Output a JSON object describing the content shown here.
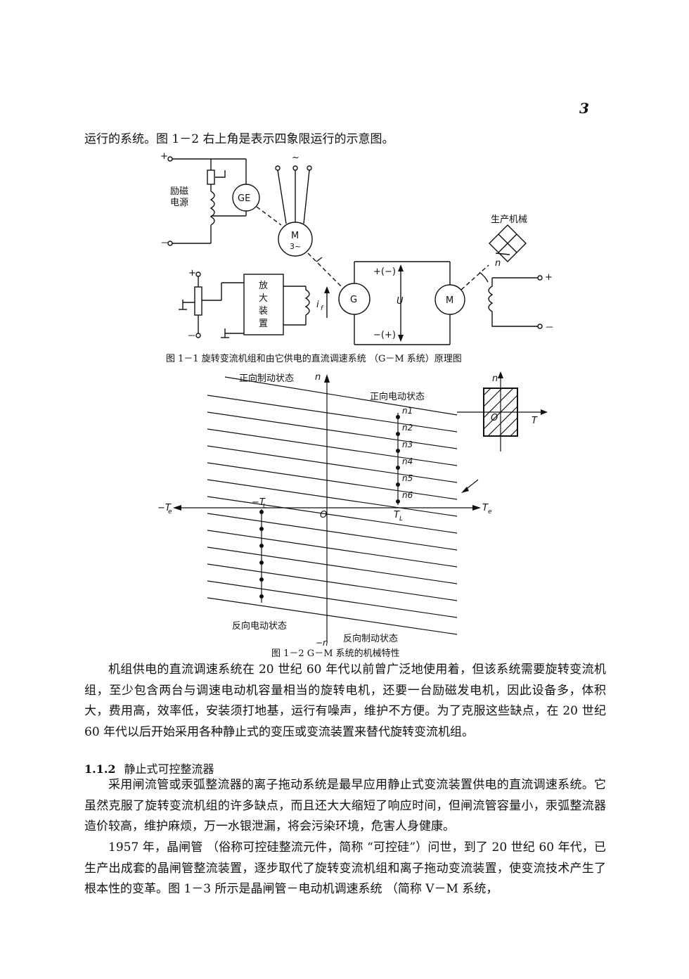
{
  "page_number": "3",
  "intro_line": "运行的系统。图 1－2 右上角是表示四象限运行的示意图。",
  "figure1": {
    "caption": "图 1－1   旋转变流机组和由它供电的直流调速系统 （G－M 系统）原理图",
    "labels": {
      "excitation_source": [
        "励磁",
        "电源"
      ],
      "production_machine": "生产机械",
      "amplifier": [
        "放",
        "大",
        "装",
        "置"
      ],
      "ge": "GE",
      "motor_ac": [
        "M",
        "3~"
      ],
      "generator": "G",
      "motor_dc": "M",
      "plus": "+",
      "minus": "－",
      "tilde": "~",
      "voltage": "U",
      "polarity_top": "+(−)",
      "polarity_bottom": "−(+)",
      "field_current": "i",
      "field_sub": "f",
      "speed": "n"
    }
  },
  "figure2": {
    "caption": "图 1－2   G－M 系统的机械特性",
    "labels": {
      "forward_braking": "正向制动状态",
      "forward_motoring": "正向电动状态",
      "reverse_motoring": "反向电动状态",
      "reverse_braking": "反向制动状态",
      "n_axis": "n",
      "neg_n_axis": "−n",
      "te_axis": "T",
      "te_sub": "e",
      "neg_te_axis": "−T",
      "origin": "O",
      "tl": "T",
      "tl_sub": "L",
      "neg_tl": "−T",
      "speed_labels": [
        "n1",
        "n2",
        "n3",
        "n4",
        "n5",
        "n6"
      ],
      "inset_n": "n",
      "inset_o": "O",
      "inset_te": "T"
    }
  },
  "paragraph1": "机组供电的直流调速系统在 20 世纪 60 年代以前曾广泛地使用着，但该系统需要旋转变流机组，至少包含两台与调速电动机容量相当的旋转电机，还要一台励磁发电机，因此设备多，体积大，费用高，效率低，安装须打地基，运行有噪声，维护不方便。为了克服这些缺点，在 20 世纪 60 年代以后开始采用各种静止式的变压或变流装置来替代旋转变流机组。",
  "section": {
    "number": "1.1.2",
    "title": "静止式可控整流器"
  },
  "paragraph2": "采用闸流管或汞弧整流器的离子拖动系统是最早应用静止式变流装置供电的直流调速系统。它虽然克服了旋转变流机组的许多缺点，而且还大大缩短了响应时间，但闸流管容量小，汞弧整流器造价较高，维护麻烦，万一水银泄漏，将会污染环境，危害人身健康。",
  "paragraph3": "1957 年，晶闸管 （俗称可控硅整流元件，简称 “可控硅”）问世，到了 20 世纪 60 年代，已生产出成套的晶闸管整流装置，逐步取代了旋转变流机组和离子拖动变流装置，使变流技术产生了根本性的变革。图 1－3 所示是晶闸管－电动机调速系统 （简称 V－M 系统，"
}
